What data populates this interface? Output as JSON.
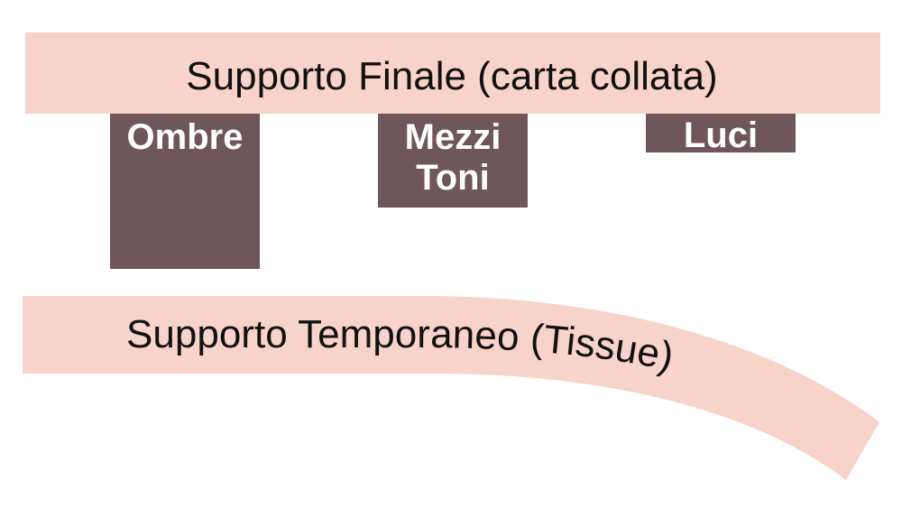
{
  "colors": {
    "band_fill": "#f8d3ca",
    "block_fill": "#6e565b",
    "band_text": "#111111",
    "block_text": "#ffffff"
  },
  "final_support": {
    "label": "Supporto Finale (carta collata)"
  },
  "temporary_support": {
    "label": "Supporto Temporaneo (Tissue)"
  },
  "blocks": {
    "shadows": {
      "line1": "Ombre"
    },
    "midtones": {
      "line1": "Mezzi",
      "line2": "Toni"
    },
    "highlights": {
      "line1": "Luci"
    }
  }
}
